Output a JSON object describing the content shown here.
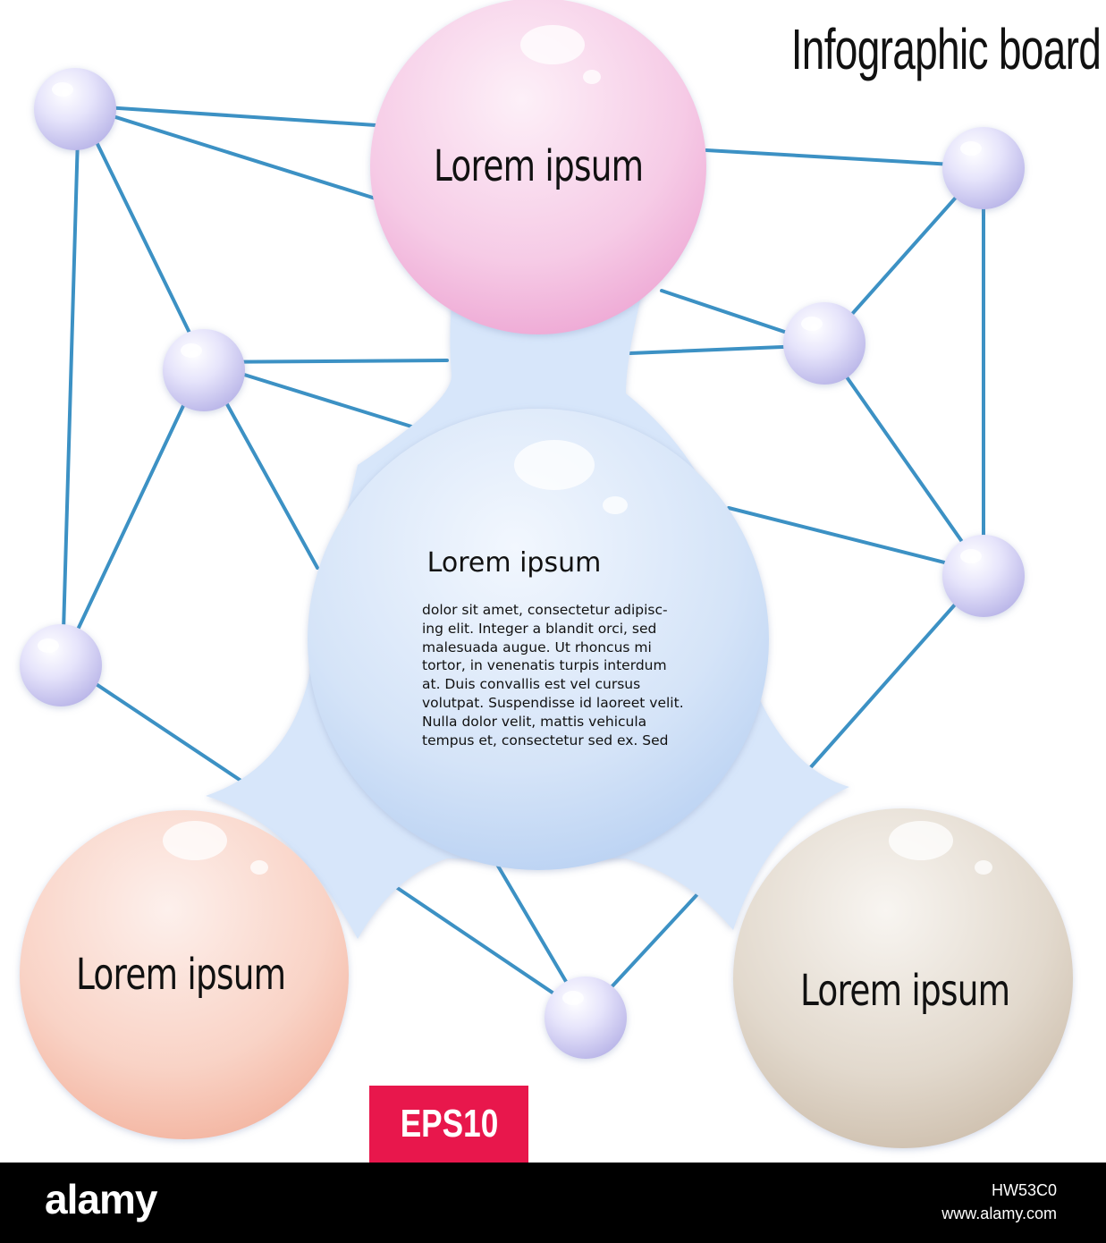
{
  "title": "Infographic board",
  "nodes": {
    "top": {
      "label": "Lorem ipsum"
    },
    "center": {
      "heading": "Lorem ipsum",
      "body": " dolor sit amet, consectetur adipisc-\ning elit. Integer a blandit orci, sed\nmalesuada augue. Ut rhoncus mi\ntortor, in venenatis turpis interdum\nat. Duis convallis est vel cursus\nvolutpat. Suspendisse id laoreet velit.\nNulla dolor velit, mattis vehicula\ntempus et, consectetur sed ex. Sed"
    },
    "bottom_left": {
      "label": "Lorem ipsum"
    },
    "bottom_right": {
      "label": "Lorem ipsum"
    }
  },
  "badge": "EPS10",
  "footer": {
    "logo": "alamy",
    "image_id": "HW53C0",
    "url": "www.alamy.com"
  },
  "colors": {
    "line": "#3c91c4",
    "sphere_small": "#d9d6f5",
    "top_circle": "#f3b8de",
    "center_circle": "#c8dcf6",
    "bottom_left_circle": "#f7c3b2",
    "bottom_right_circle": "#d8cdbf",
    "badge": "#e8174c"
  }
}
